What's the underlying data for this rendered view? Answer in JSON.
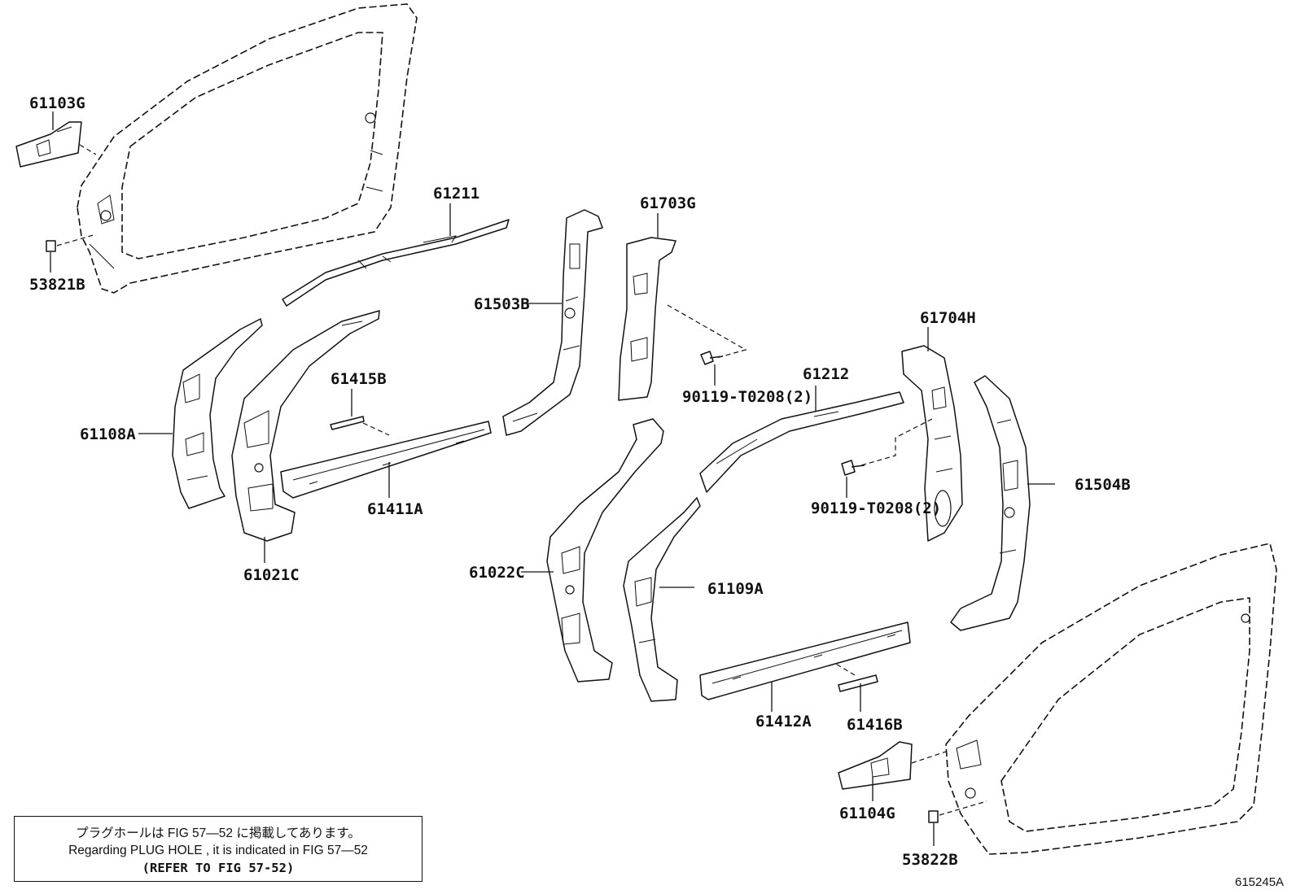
{
  "parts": {
    "p61103G": "61103G",
    "p53821B": "53821B",
    "p61211": "61211",
    "p61703G": "61703G",
    "p61503B": "61503B",
    "p61704H": "61704H",
    "p90119a": "90119-T0208(2)",
    "p61212": "61212",
    "p61415B": "61415B",
    "p61108A": "61108A",
    "p61411A": "61411A",
    "p61504B": "61504B",
    "p90119b": "90119-T0208(2)",
    "p61021C": "61021C",
    "p61022C": "61022C",
    "p61109A": "61109A",
    "p61412A": "61412A",
    "p61416B": "61416B",
    "p61104G": "61104G",
    "p53822B": "53822B"
  },
  "note": {
    "line1": "プラグホールは FIG 57―52 に掲載してあります。",
    "line2": "Regarding PLUG HOLE , it is indicated in FIG 57―52",
    "line3": "(REFER TO FIG 57-52)"
  },
  "figure_number": "615245A"
}
